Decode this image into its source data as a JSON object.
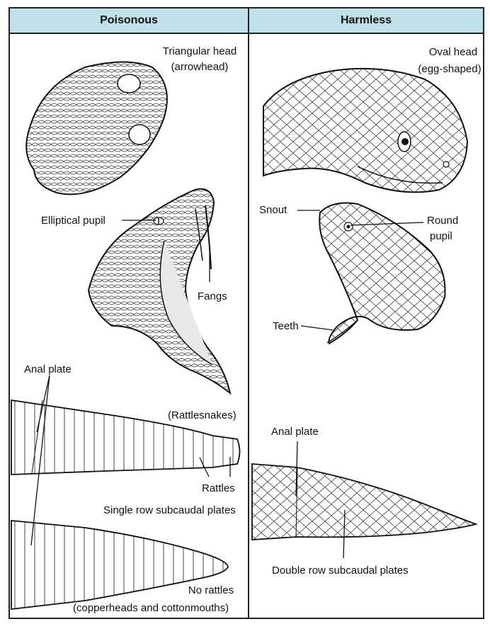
{
  "headers": {
    "left": "Poisonous",
    "right": "Harmless"
  },
  "poisonous": {
    "head_shape": "Triangular head",
    "head_shape_note": "(arrowhead)",
    "pupil": "Elliptical pupil",
    "fangs": "Fangs",
    "anal_plate": "Anal plate",
    "rattlesnakes": "(Rattlesnakes)",
    "rattles": "Rattles",
    "single_row": "Single row subcaudal plates",
    "no_rattles": "No rattles",
    "no_rattles_note": "(copperheads and cottonmouths)"
  },
  "harmless": {
    "head_shape": "Oval head",
    "head_shape_note": "(egg-shaped)",
    "snout": "Snout",
    "round_pupil": "Round",
    "round_pupil_2": "pupil",
    "teeth": "Teeth",
    "anal_plate": "Anal plate",
    "double_row": "Double row subcaudal plates"
  }
}
